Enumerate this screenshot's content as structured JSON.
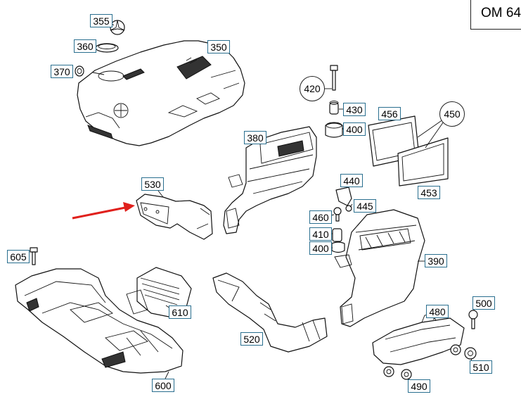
{
  "header": {
    "model_code": "OM 64"
  },
  "callouts": {
    "p355": "355",
    "p360": "360",
    "p370": "370",
    "p350": "350",
    "p420": "420",
    "p430": "430",
    "p400a": "400",
    "p456": "456",
    "p450": "450",
    "p453": "453",
    "p380": "380",
    "p530": "530",
    "p440": "440",
    "p445": "445",
    "p460": "460",
    "p410": "410",
    "p400b": "400",
    "p390": "390",
    "p605": "605",
    "p610": "610",
    "p500": "500",
    "p480": "480",
    "p510": "510",
    "p520": "520",
    "p490": "490",
    "p600": "600"
  },
  "colors": {
    "callout_border": "#2a6f8f",
    "arrow": "#e0201c",
    "line": "#111111"
  }
}
